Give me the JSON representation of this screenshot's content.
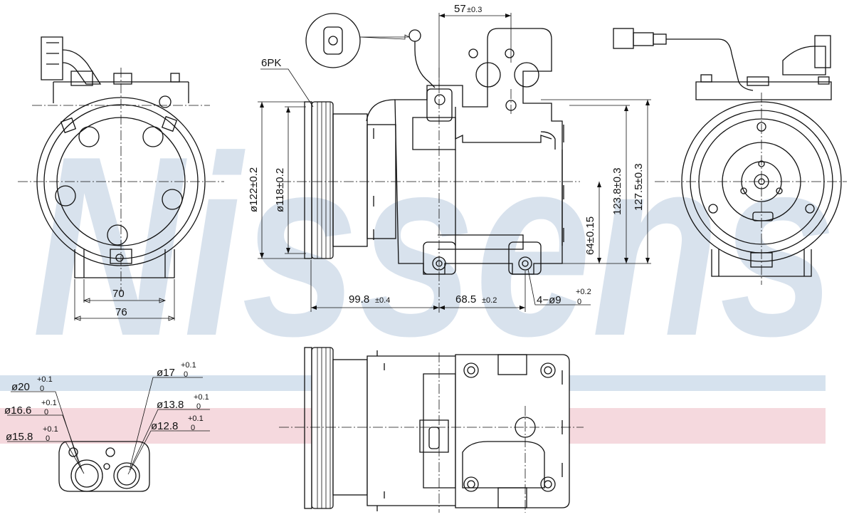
{
  "watermark": {
    "text": "Nissens"
  },
  "stripes": {
    "blue": "#d6e2ee",
    "pink": "#f5d9de",
    "watermark_color": "#b9cbe0"
  },
  "dimensions": {
    "belt": "6PK",
    "top_offset": {
      "main": "57",
      "tol": "±0.3"
    },
    "pulley_outer_dia": "ø122±0.2",
    "pulley_inner_dia": "ø118±0.2",
    "mount_height": "64±0.15",
    "height_1": "123.8±0.3",
    "height_2": "127.5±0.3",
    "length_1": {
      "main": "99.8",
      "tol": "±0.4"
    },
    "length_2": {
      "main": "68.5",
      "tol": "±0.2"
    },
    "holes": {
      "main": "4−ø9",
      "tol_up": "+0.2",
      "tol_low": "0"
    },
    "width_70": "70",
    "width_76": "76"
  },
  "port_left": [
    {
      "main": "ø20",
      "tol_up": "+0.1",
      "tol_low": "0"
    },
    {
      "main": "ø16.6",
      "tol_up": "+0.1",
      "tol_low": "0"
    },
    {
      "main": "ø15.8",
      "tol_up": "+0.1",
      "tol_low": "0"
    }
  ],
  "port_right": [
    {
      "main": "ø17",
      "tol_up": "+0.1",
      "tol_low": "0"
    },
    {
      "main": "ø13.8",
      "tol_up": "+0.1",
      "tol_low": "0"
    },
    {
      "main": "ø12.8",
      "tol_up": "+0.1",
      "tol_low": "0"
    }
  ]
}
